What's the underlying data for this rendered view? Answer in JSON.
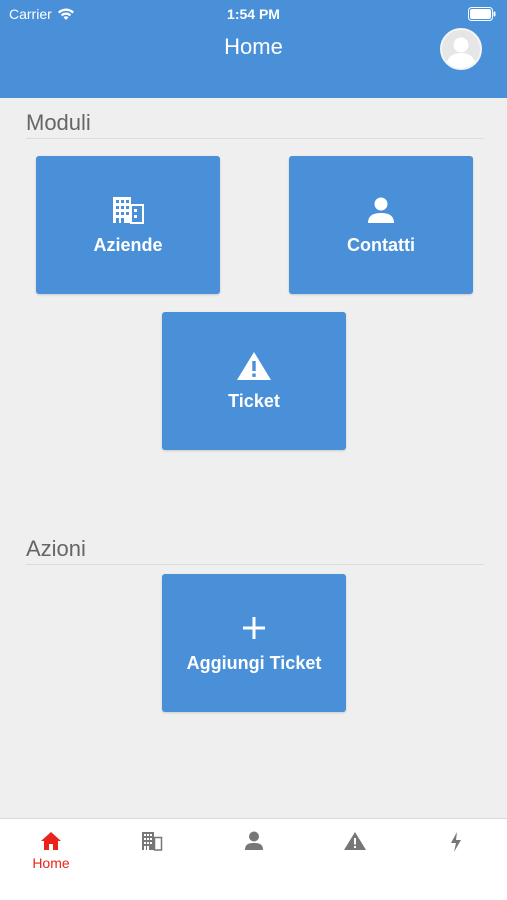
{
  "status_bar": {
    "carrier": "Carrier",
    "time": "1:54 PM",
    "wifi_icon": "wifi-icon",
    "battery_icon": "battery-icon"
  },
  "header": {
    "title": "Home",
    "avatar_icon": "user-avatar-icon",
    "background_color": "#4a90d9"
  },
  "modules": {
    "title": "Moduli",
    "tiles": [
      {
        "label": "Aziende",
        "icon": "building-icon"
      },
      {
        "label": "Contatti",
        "icon": "person-icon"
      },
      {
        "label": "Ticket",
        "icon": "warning-icon"
      }
    ]
  },
  "actions": {
    "title": "Azioni",
    "tiles": [
      {
        "label": "Aggiungi Ticket",
        "icon": "plus-icon"
      }
    ]
  },
  "tabbar": {
    "active_color": "#e8241c",
    "inactive_color": "#777777",
    "tabs": [
      {
        "label": "Home",
        "icon": "home-icon",
        "active": true
      },
      {
        "label": "",
        "icon": "building-icon",
        "active": false
      },
      {
        "label": "",
        "icon": "person-icon",
        "active": false
      },
      {
        "label": "",
        "icon": "warning-icon",
        "active": false
      },
      {
        "label": "",
        "icon": "lightning-icon",
        "active": false
      }
    ]
  }
}
